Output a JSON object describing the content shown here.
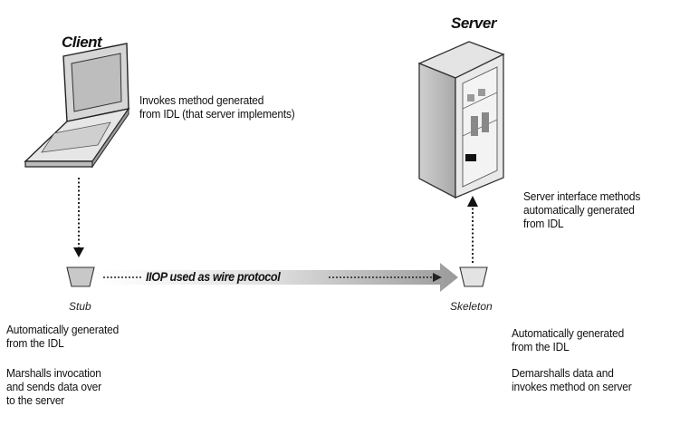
{
  "client": {
    "title": "Client",
    "description_lines": [
      "Invokes method generated",
      "from IDL (that server implements)"
    ]
  },
  "server": {
    "title": "Server",
    "description_lines": [
      "Server interface methods",
      "automatically generated",
      "from IDL"
    ]
  },
  "stub": {
    "label": "Stub",
    "generated_lines": [
      "Automatically generated",
      "from the IDL"
    ],
    "role_lines": [
      "Marshalls invocation",
      "and sends data over",
      "to the server"
    ]
  },
  "skeleton": {
    "label": "Skeleton",
    "generated_lines": [
      "Automatically generated",
      "from the IDL"
    ],
    "role_lines": [
      "Demarshalls data and",
      "invokes method on server"
    ]
  },
  "protocol": {
    "label": "IIOP used as wire protocol"
  }
}
